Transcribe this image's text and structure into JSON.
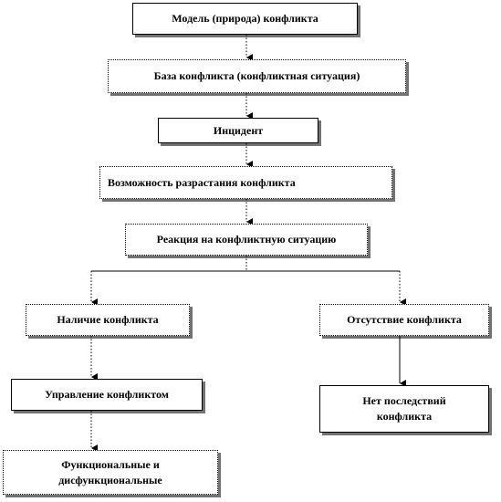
{
  "nodes": {
    "model": "Модель (природа) конфликта",
    "base": "База конфликта (конфликтная ситуация)",
    "incident": "Инцидент",
    "growth": "Возможность разрастания конфликта",
    "reaction": "Реакция на конфликтную ситуацию",
    "presence": "Наличие конфликта",
    "absence": "Отсутствие конфликта",
    "management": "Управление конфликтом",
    "no_consequences_line1": "Нет последствий",
    "no_consequences_line2": "конфликта",
    "functional_line1": "Функциональные и",
    "functional_line2": "дисфункциональные"
  }
}
